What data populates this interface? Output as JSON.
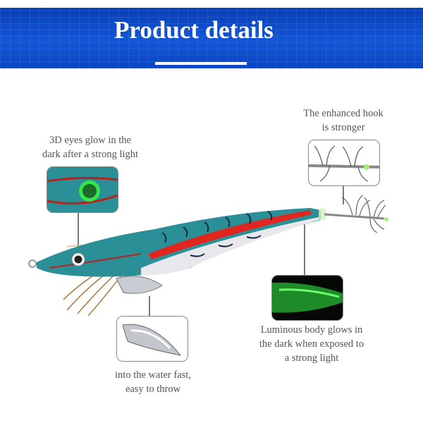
{
  "header": {
    "title": "Product details"
  },
  "callouts": {
    "eyes": [
      "3D eyes glow in the",
      "dark after a strong light"
    ],
    "hook": [
      "The enhanced hook",
      "is stronger"
    ],
    "luminous": [
      "Luminous body glows in",
      "the dark when exposed to",
      "a strong light"
    ],
    "sinker": [
      "into the water fast,",
      "easy to throw"
    ]
  },
  "colors": {
    "banner": "#1156d6",
    "body_teal": "#2a8f96",
    "stripe_red": "#e0261e",
    "glow_green": "#35e84a"
  }
}
